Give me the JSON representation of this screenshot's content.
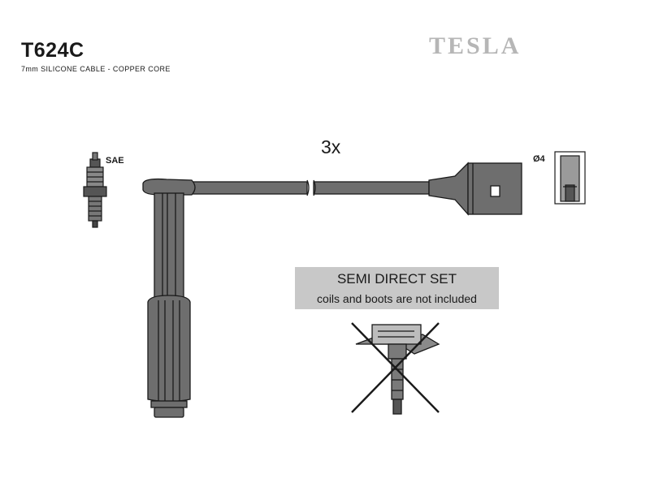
{
  "header": {
    "part_number": "T624C",
    "subtitle": "7mm SILICONE CABLE - COPPER CORE",
    "brand": "TESLA"
  },
  "diagram": {
    "quantity": "3x",
    "spark_plug_label": "SAE",
    "terminal_label": "Ø4"
  },
  "notice": {
    "title": "SEMI DIRECT SET",
    "subtitle": "coils and boots are not included"
  },
  "colors": {
    "part_fill": "#6e6e6e",
    "outline": "#1a1a1a",
    "notice_bg": "#c8c8c8",
    "brand": "#b6b6b6"
  }
}
